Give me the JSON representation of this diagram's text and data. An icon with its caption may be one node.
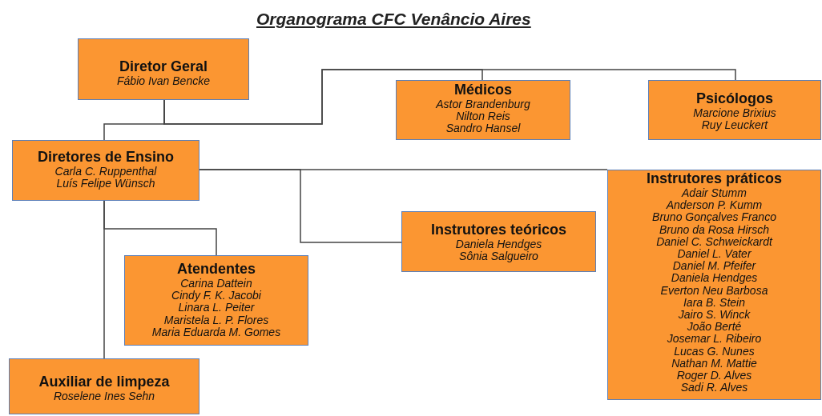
{
  "diagram": {
    "title": "Organograma CFC Venâncio Aires",
    "nodes": [
      {
        "text": [
          "Diretor Geral",
          "Fábio Ivan Bencke"
        ]
      },
      {
        "text": [
          "Médicos",
          "Astor Brandenburg",
          "Nilton Reis",
          "Sandro Hansel"
        ]
      },
      {
        "text": [
          "Psicólogos",
          "Marcione Brixius",
          "Ruy Leuckert"
        ]
      },
      {
        "text": [
          "Diretores de Ensino",
          "Carla C. Ruppenthal",
          "Luís Felipe Wünsch"
        ]
      },
      {
        "text": [
          "Instrutores teóricos",
          "Daniela Hendges",
          "Sônia Salgueiro"
        ]
      },
      {
        "text": [
          "Atendentes",
          "Carina Dattein",
          "Cindy F. K. Jacobi",
          "Linara L. Peiter",
          "Maristela L. P. Flores",
          "Maria Eduarda M. Gomes"
        ]
      },
      {
        "text": [
          "Auxiliar de limpeza",
          "Roselene Ines Sehn"
        ]
      },
      {
        "text": [
          "Instrutores práticos",
          "Adair Stumm",
          "Anderson P. Kumm",
          "Bruno Gonçalves Franco",
          "Bruno da Rosa Hirsch",
          "Daniel C. Schweickardt",
          "Daniel L. Vater",
          "Daniel M. Pfeifer",
          "Daniela Hendges",
          "Everton Neu Barbosa",
          "Iara B. Stein",
          "Jairo S. Winck",
          "João Berté",
          "Josemar L. Ribeiro",
          "Lucas G. Nunes",
          "Nathan M. Mattie",
          "Roger D. Alves",
          "Sadi R. Alves"
        ]
      }
    ],
    "edges": [
      {
        "from": 0,
        "to": 3,
        "arrow": "none"
      },
      {
        "from": 0,
        "to": 1,
        "arrow": "none"
      },
      {
        "from": 0,
        "to": 2,
        "arrow": "none"
      },
      {
        "from": 3,
        "to": 7,
        "arrow": "none"
      },
      {
        "from": 3,
        "to": 4,
        "arrow": "none"
      },
      {
        "from": 3,
        "to": 5,
        "arrow": "none"
      },
      {
        "from": 3,
        "to": 6,
        "arrow": "none"
      }
    ]
  }
}
